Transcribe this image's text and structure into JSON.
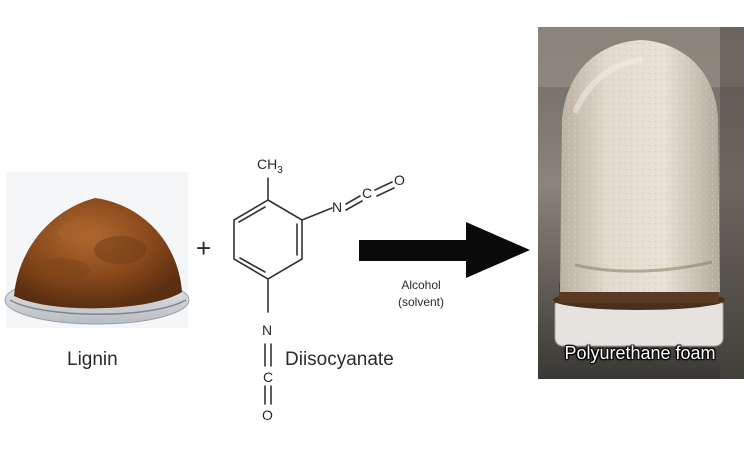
{
  "reactants": {
    "lignin_label": "Lignin",
    "plus_sign": "+",
    "diisocyanate_label": "Diisocyanate"
  },
  "molecule": {
    "methyl_group_C": "CH",
    "methyl_group_sub": "3",
    "atom_N": "N",
    "atom_C": "C",
    "atom_O": "O"
  },
  "reaction": {
    "condition_line1": "Alcohol",
    "condition_line2": "(solvent)"
  },
  "product": {
    "label": "Polyurethane foam"
  },
  "colors": {
    "lignin_powder": "#8a4a1c",
    "foam": "#d9d0c2",
    "arrow": "#0a0a0a",
    "text": "#2a2a2a"
  }
}
